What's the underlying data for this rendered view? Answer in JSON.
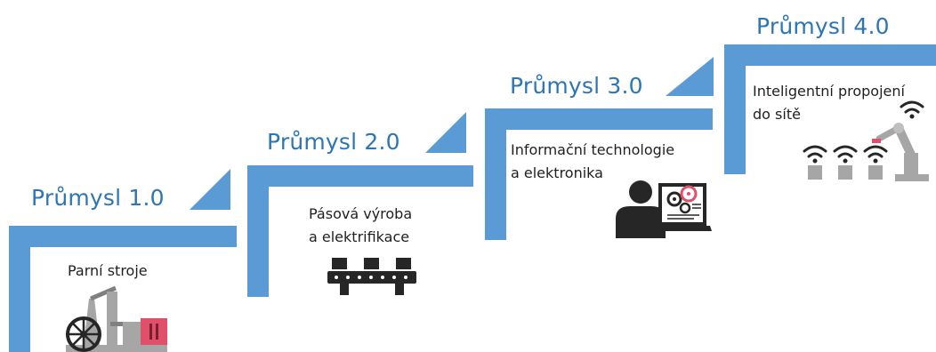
{
  "stages": [
    {
      "title": "Průmysl 1.0",
      "lines": [
        "Parní stroje"
      ],
      "icon": "steam-engine-icon"
    },
    {
      "title": "Průmysl 2.0",
      "lines": [
        "Pásová výroba",
        "a elektrifikace"
      ],
      "icon": "conveyor-belt-icon"
    },
    {
      "title": "Průmysl 3.0",
      "lines": [
        "Informační technologie",
        "a elektronika"
      ],
      "icon": "computer-operator-icon"
    },
    {
      "title": "Průmysl 4.0",
      "lines": [
        "Inteligentní propojení",
        "do sítě"
      ],
      "icon": "networked-robot-icon"
    }
  ],
  "colors": {
    "step": "#5b9bd5",
    "title": "#2e75b6",
    "text": "#1f1f1f",
    "icon_dark": "#262626",
    "icon_grey": "#a6a6a6",
    "accent_red": "#e0506a"
  }
}
